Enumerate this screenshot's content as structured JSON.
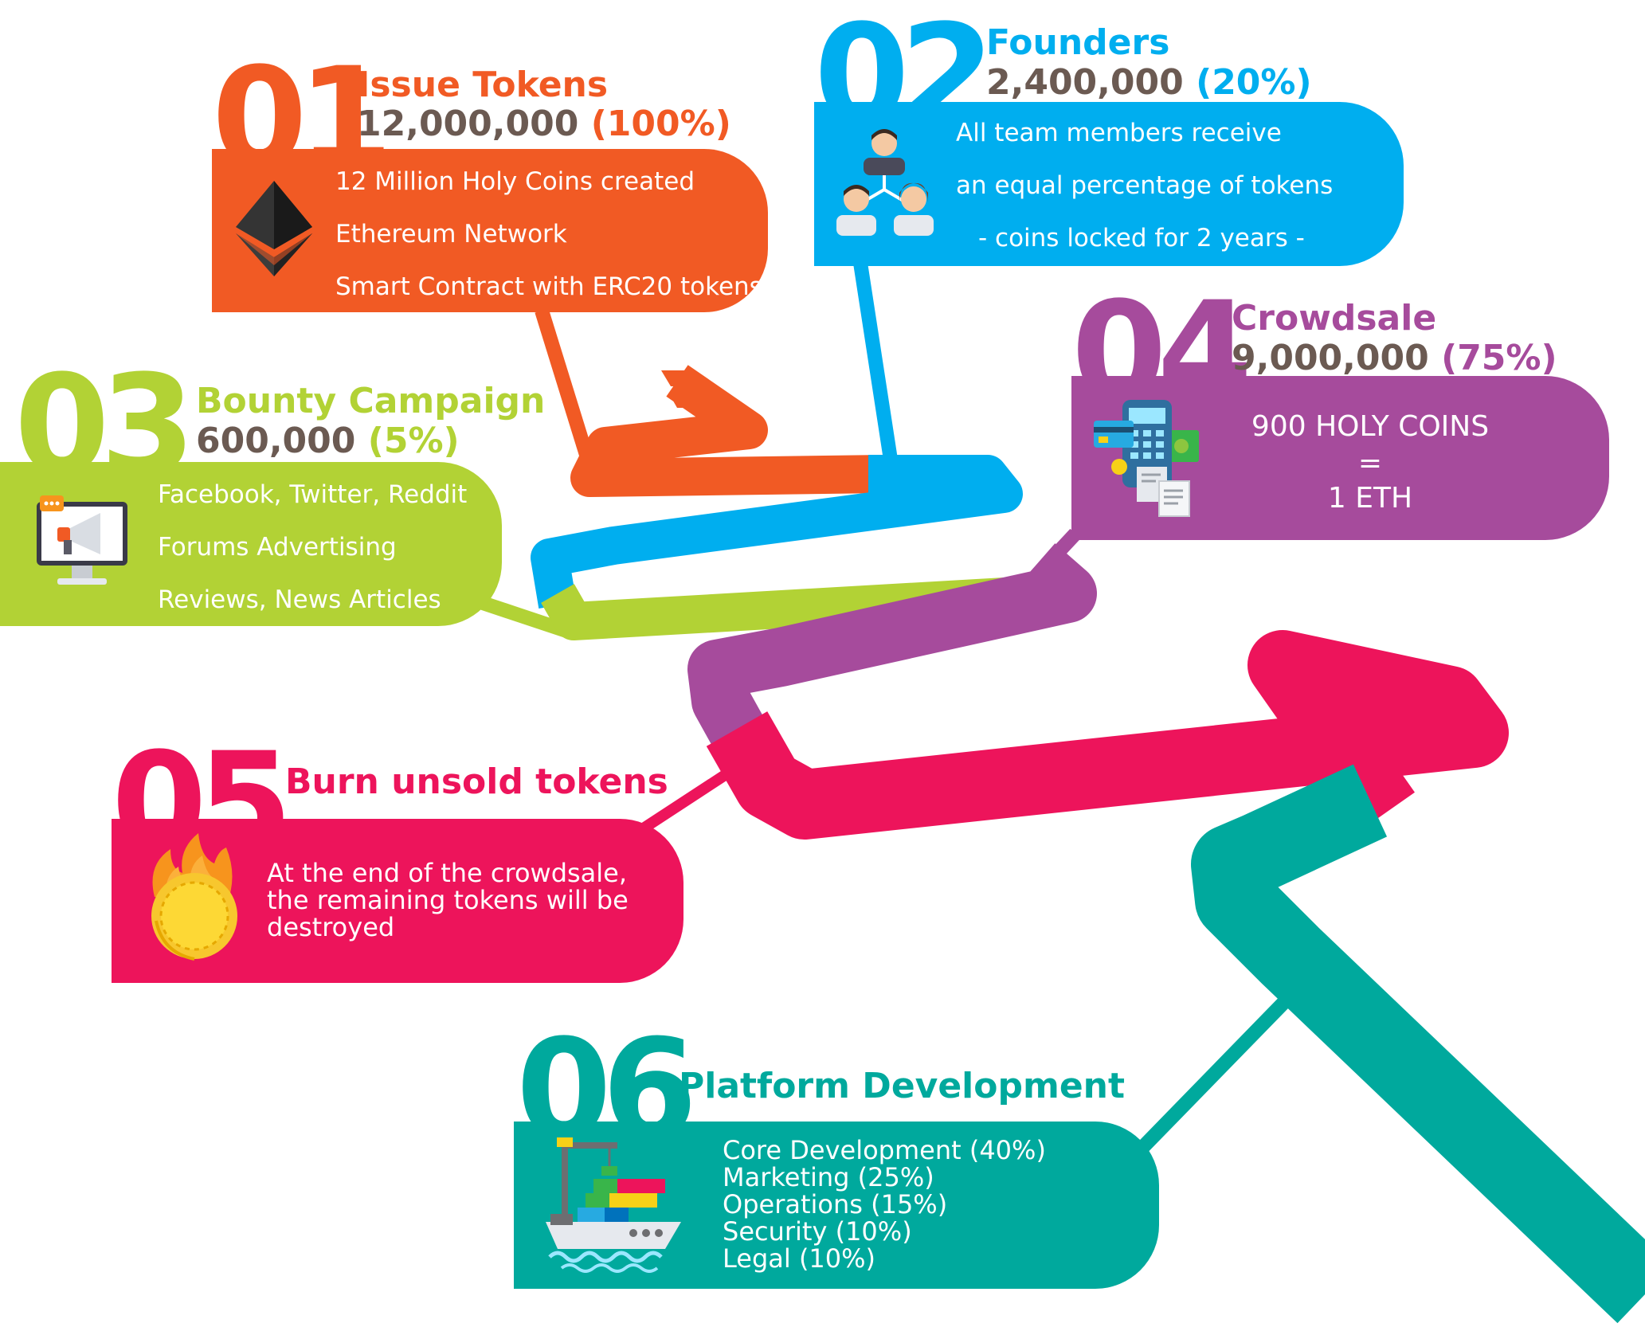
{
  "colors": {
    "orange": "#f15a24",
    "blue": "#00aeef",
    "green": "#b2d235",
    "purple": "#a64b9c",
    "pink": "#ed145b",
    "teal": "#00a99d",
    "gray_text": "#6b5a52"
  },
  "steps": [
    {
      "number": "01",
      "title": "Issue Tokens",
      "amount": "12,000,000",
      "percent": "(100%)",
      "lines": [
        "12 Million Holy Coins created",
        "Ethereum Network",
        "Smart Contract with ERC20 tokens"
      ],
      "icon": "ethereum-icon"
    },
    {
      "number": "02",
      "title": "Founders",
      "amount": "2,400,000",
      "percent": "(20%)",
      "lines": [
        "All team members receive",
        "an equal percentage of tokens",
        "- coins locked for 2 years -"
      ],
      "icon": "team-icon"
    },
    {
      "number": "03",
      "title": "Bounty Campaign",
      "amount": "600,000",
      "percent": "(5%)",
      "lines": [
        "Facebook, Twitter, Reddit",
        "Forums Advertising",
        "Reviews, News Articles"
      ],
      "icon": "megaphone-monitor-icon"
    },
    {
      "number": "04",
      "title": "Crowdsale",
      "amount": "9,000,000",
      "percent": "(75%)",
      "lines": [
        "900 HOLY COINS",
        "=",
        "1 ETH"
      ],
      "icon": "payment-terminal-icon"
    },
    {
      "number": "05",
      "title": "Burn unsold tokens",
      "lines": [
        "At the end of the crowdsale,",
        "the remaining tokens will be",
        "destroyed"
      ],
      "icon": "burning-coin-icon"
    },
    {
      "number": "06",
      "title": "Platform Development",
      "lines": [
        "Core Development (40%)",
        "Marketing (25%)",
        "Operations (15%)",
        "Security (10%)",
        "Legal (10%)"
      ],
      "icon": "cargo-ship-icon"
    }
  ]
}
